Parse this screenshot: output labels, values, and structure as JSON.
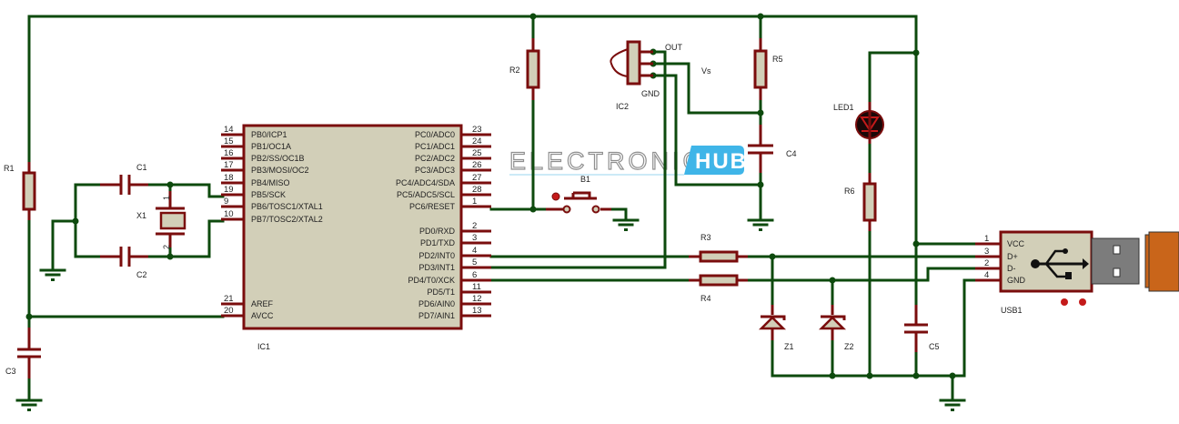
{
  "watermark": {
    "brand": "ELECTRONICS",
    "badge": "HUB",
    "badge_color": "#3fb5e8"
  },
  "colors": {
    "wire": "#0d4a0d",
    "component": "#7a0d0d",
    "body_fill": "#d2cfb8"
  },
  "ic1": {
    "ref": "IC1",
    "left_pins": [
      {
        "num": "14",
        "name": "PB0/ICP1"
      },
      {
        "num": "15",
        "name": "PB1/OC1A"
      },
      {
        "num": "16",
        "name": "PB2/SS/OC1B"
      },
      {
        "num": "17",
        "name": "PB3/MOSI/OC2"
      },
      {
        "num": "18",
        "name": "PB4/MISO"
      },
      {
        "num": "19",
        "name": "PB5/SCK"
      },
      {
        "num": "9",
        "name": "PB6/TOSC1/XTAL1"
      },
      {
        "num": "10",
        "name": "PB7/TOSC2/XTAL2"
      },
      {
        "num": "21",
        "name": "AREF"
      },
      {
        "num": "20",
        "name": "AVCC"
      }
    ],
    "right_pins": [
      {
        "num": "23",
        "name": "PC0/ADC0"
      },
      {
        "num": "24",
        "name": "PC1/ADC1"
      },
      {
        "num": "25",
        "name": "PC2/ADC2"
      },
      {
        "num": "26",
        "name": "PC3/ADC3"
      },
      {
        "num": "27",
        "name": "PC4/ADC4/SDA"
      },
      {
        "num": "28",
        "name": "PC5/ADC5/SCL"
      },
      {
        "num": "1",
        "name": "PC6/RESET"
      },
      {
        "num": "2",
        "name": "PD0/RXD"
      },
      {
        "num": "3",
        "name": "PD1/TXD"
      },
      {
        "num": "4",
        "name": "PD2/INT0"
      },
      {
        "num": "5",
        "name": "PD3/INT1"
      },
      {
        "num": "6",
        "name": "PD4/T0/XCK"
      },
      {
        "num": "11",
        "name": "PD5/T1"
      },
      {
        "num": "12",
        "name": "PD6/AIN0"
      },
      {
        "num": "13",
        "name": "PD7/AIN1"
      }
    ]
  },
  "ic2": {
    "ref": "IC2",
    "pin_out": "OUT",
    "pin_vs": "Vs",
    "pin_gnd": "GND"
  },
  "usb": {
    "ref": "USB1",
    "pins": [
      {
        "num": "1",
        "name": "VCC"
      },
      {
        "num": "3",
        "name": "D+"
      },
      {
        "num": "2",
        "name": "D-"
      },
      {
        "num": "4",
        "name": "GND"
      }
    ]
  },
  "components": {
    "R1": "R1",
    "R2": "R2",
    "R3": "R3",
    "R4": "R4",
    "R5": "R5",
    "R6": "R6",
    "C1": "C1",
    "C2": "C2",
    "C3": "C3",
    "C4": "C4",
    "C5": "C5",
    "X1": "X1",
    "X1_pin1": "1",
    "X1_pin2": "2",
    "B1": "B1",
    "LED1": "LED1",
    "Z1": "Z1",
    "Z2": "Z2"
  }
}
